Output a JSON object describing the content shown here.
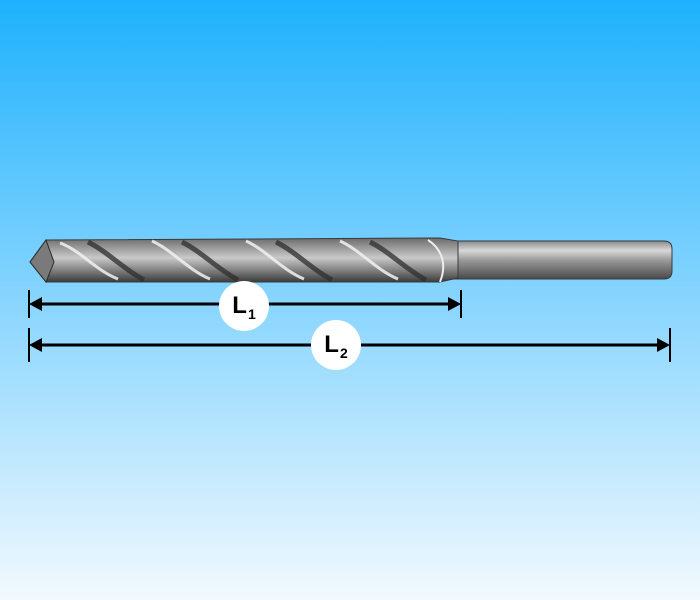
{
  "background": {
    "top_color": "#1eb1fd",
    "bottom_color": "#f2f9fe"
  },
  "dimensions": [
    {
      "id": "L1",
      "main": "L",
      "sub": "1"
    },
    {
      "id": "L2",
      "main": "L",
      "sub": "2"
    }
  ],
  "icons": {
    "drill_bit": "twist-drill-bit",
    "arrow": "double-headed-dimension-arrow"
  }
}
